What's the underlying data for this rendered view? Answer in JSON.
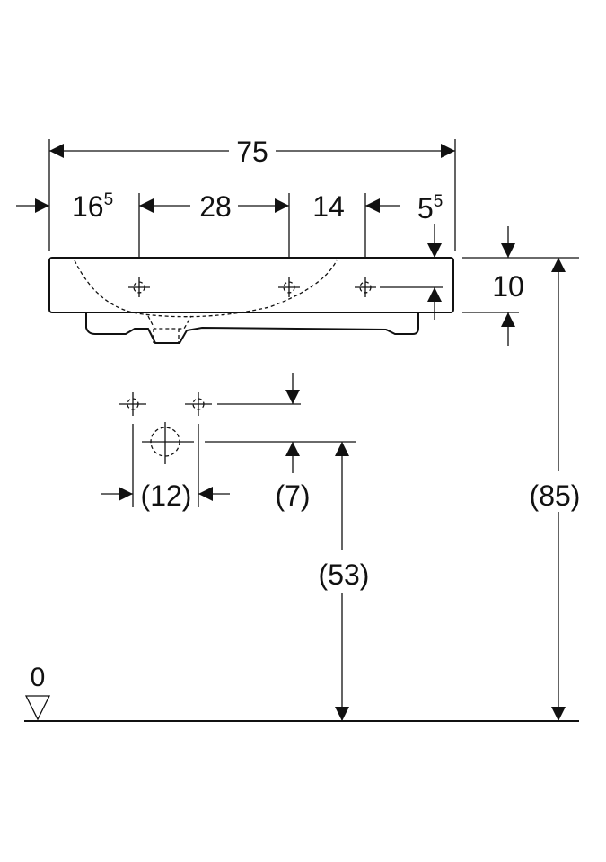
{
  "dimensions": {
    "total_width": "75",
    "left_offset": "16",
    "left_offset_sup": "5",
    "hole_spacing": "28",
    "right_hole_spacing": "14",
    "right_offset": "5",
    "right_offset_sup": "5",
    "rim_depth": "10",
    "total_height": "(85)",
    "drain_height": "(53)",
    "drain_spacing": "(12)",
    "drain_vertical": "(7)",
    "floor_level": "0"
  }
}
